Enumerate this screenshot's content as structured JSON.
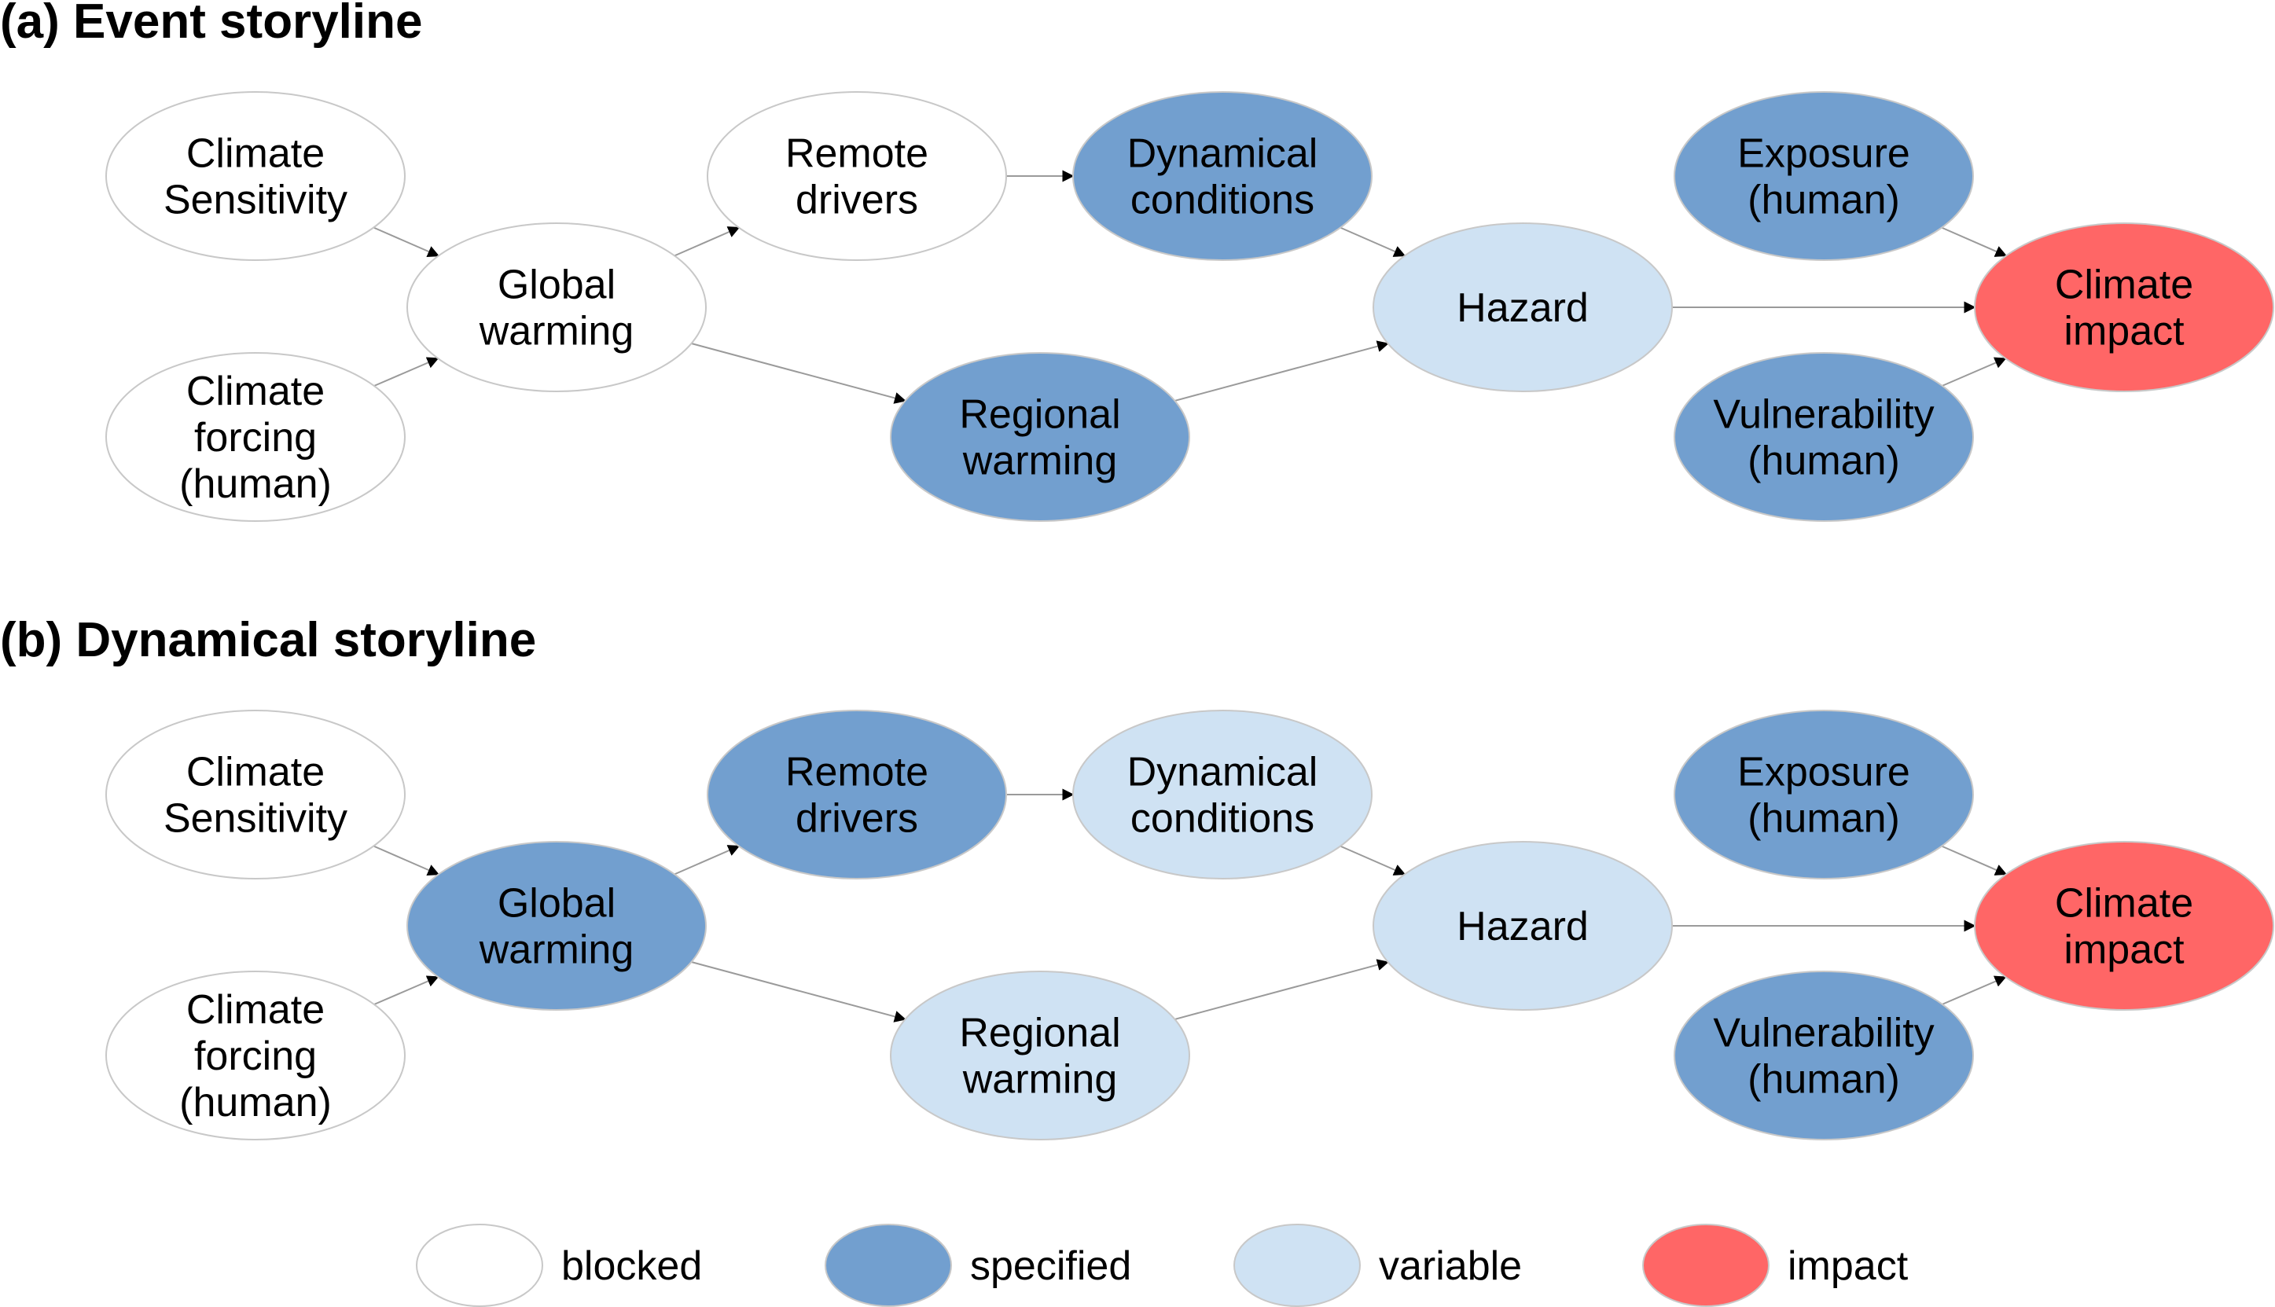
{
  "colors": {
    "blocked": "#ffffff",
    "specified": "#729fcf",
    "variable": "#cfe2f3",
    "impact": "#ff6666"
  },
  "panels": [
    {
      "title": "(a) Event storyline",
      "nodes": {
        "climate_sensitivity": {
          "lines": [
            "Climate",
            "Sensitivity"
          ],
          "state": "blocked"
        },
        "climate_forcing": {
          "lines": [
            "Climate",
            "forcing",
            "(human)"
          ],
          "state": "blocked"
        },
        "global_warming": {
          "lines": [
            "Global",
            "warming"
          ],
          "state": "blocked"
        },
        "remote_drivers": {
          "lines": [
            "Remote",
            "drivers"
          ],
          "state": "blocked"
        },
        "dynamical_conditions": {
          "lines": [
            "Dynamical",
            "conditions"
          ],
          "state": "specified"
        },
        "regional_warming": {
          "lines": [
            "Regional",
            "warming"
          ],
          "state": "specified"
        },
        "hazard": {
          "lines": [
            "Hazard"
          ],
          "state": "variable"
        },
        "exposure": {
          "lines": [
            "Exposure",
            "(human)"
          ],
          "state": "specified"
        },
        "vulnerability": {
          "lines": [
            "Vulnerability",
            "(human)"
          ],
          "state": "specified"
        },
        "climate_impact": {
          "lines": [
            "Climate",
            "impact"
          ],
          "state": "impact"
        }
      }
    },
    {
      "title": "(b) Dynamical storyline",
      "nodes": {
        "climate_sensitivity": {
          "lines": [
            "Climate",
            "Sensitivity"
          ],
          "state": "blocked"
        },
        "climate_forcing": {
          "lines": [
            "Climate",
            "forcing",
            "(human)"
          ],
          "state": "blocked"
        },
        "global_warming": {
          "lines": [
            "Global",
            "warming"
          ],
          "state": "specified"
        },
        "remote_drivers": {
          "lines": [
            "Remote",
            "drivers"
          ],
          "state": "specified"
        },
        "dynamical_conditions": {
          "lines": [
            "Dynamical",
            "conditions"
          ],
          "state": "variable"
        },
        "regional_warming": {
          "lines": [
            "Regional",
            "warming"
          ],
          "state": "variable"
        },
        "hazard": {
          "lines": [
            "Hazard"
          ],
          "state": "variable"
        },
        "exposure": {
          "lines": [
            "Exposure",
            "(human)"
          ],
          "state": "specified"
        },
        "vulnerability": {
          "lines": [
            "Vulnerability",
            "(human)"
          ],
          "state": "specified"
        },
        "climate_impact": {
          "lines": [
            "Climate",
            "impact"
          ],
          "state": "impact"
        }
      }
    }
  ],
  "edges": [
    [
      "climate_sensitivity",
      "global_warming"
    ],
    [
      "climate_forcing",
      "global_warming"
    ],
    [
      "global_warming",
      "remote_drivers"
    ],
    [
      "global_warming",
      "regional_warming"
    ],
    [
      "remote_drivers",
      "dynamical_conditions"
    ],
    [
      "dynamical_conditions",
      "hazard"
    ],
    [
      "regional_warming",
      "hazard"
    ],
    [
      "hazard",
      "climate_impact"
    ],
    [
      "exposure",
      "climate_impact"
    ],
    [
      "vulnerability",
      "climate_impact"
    ]
  ],
  "legend": [
    {
      "state": "blocked",
      "label": "blocked"
    },
    {
      "state": "specified",
      "label": "specified"
    },
    {
      "state": "variable",
      "label": "variable"
    },
    {
      "state": "impact",
      "label": "impact"
    }
  ]
}
